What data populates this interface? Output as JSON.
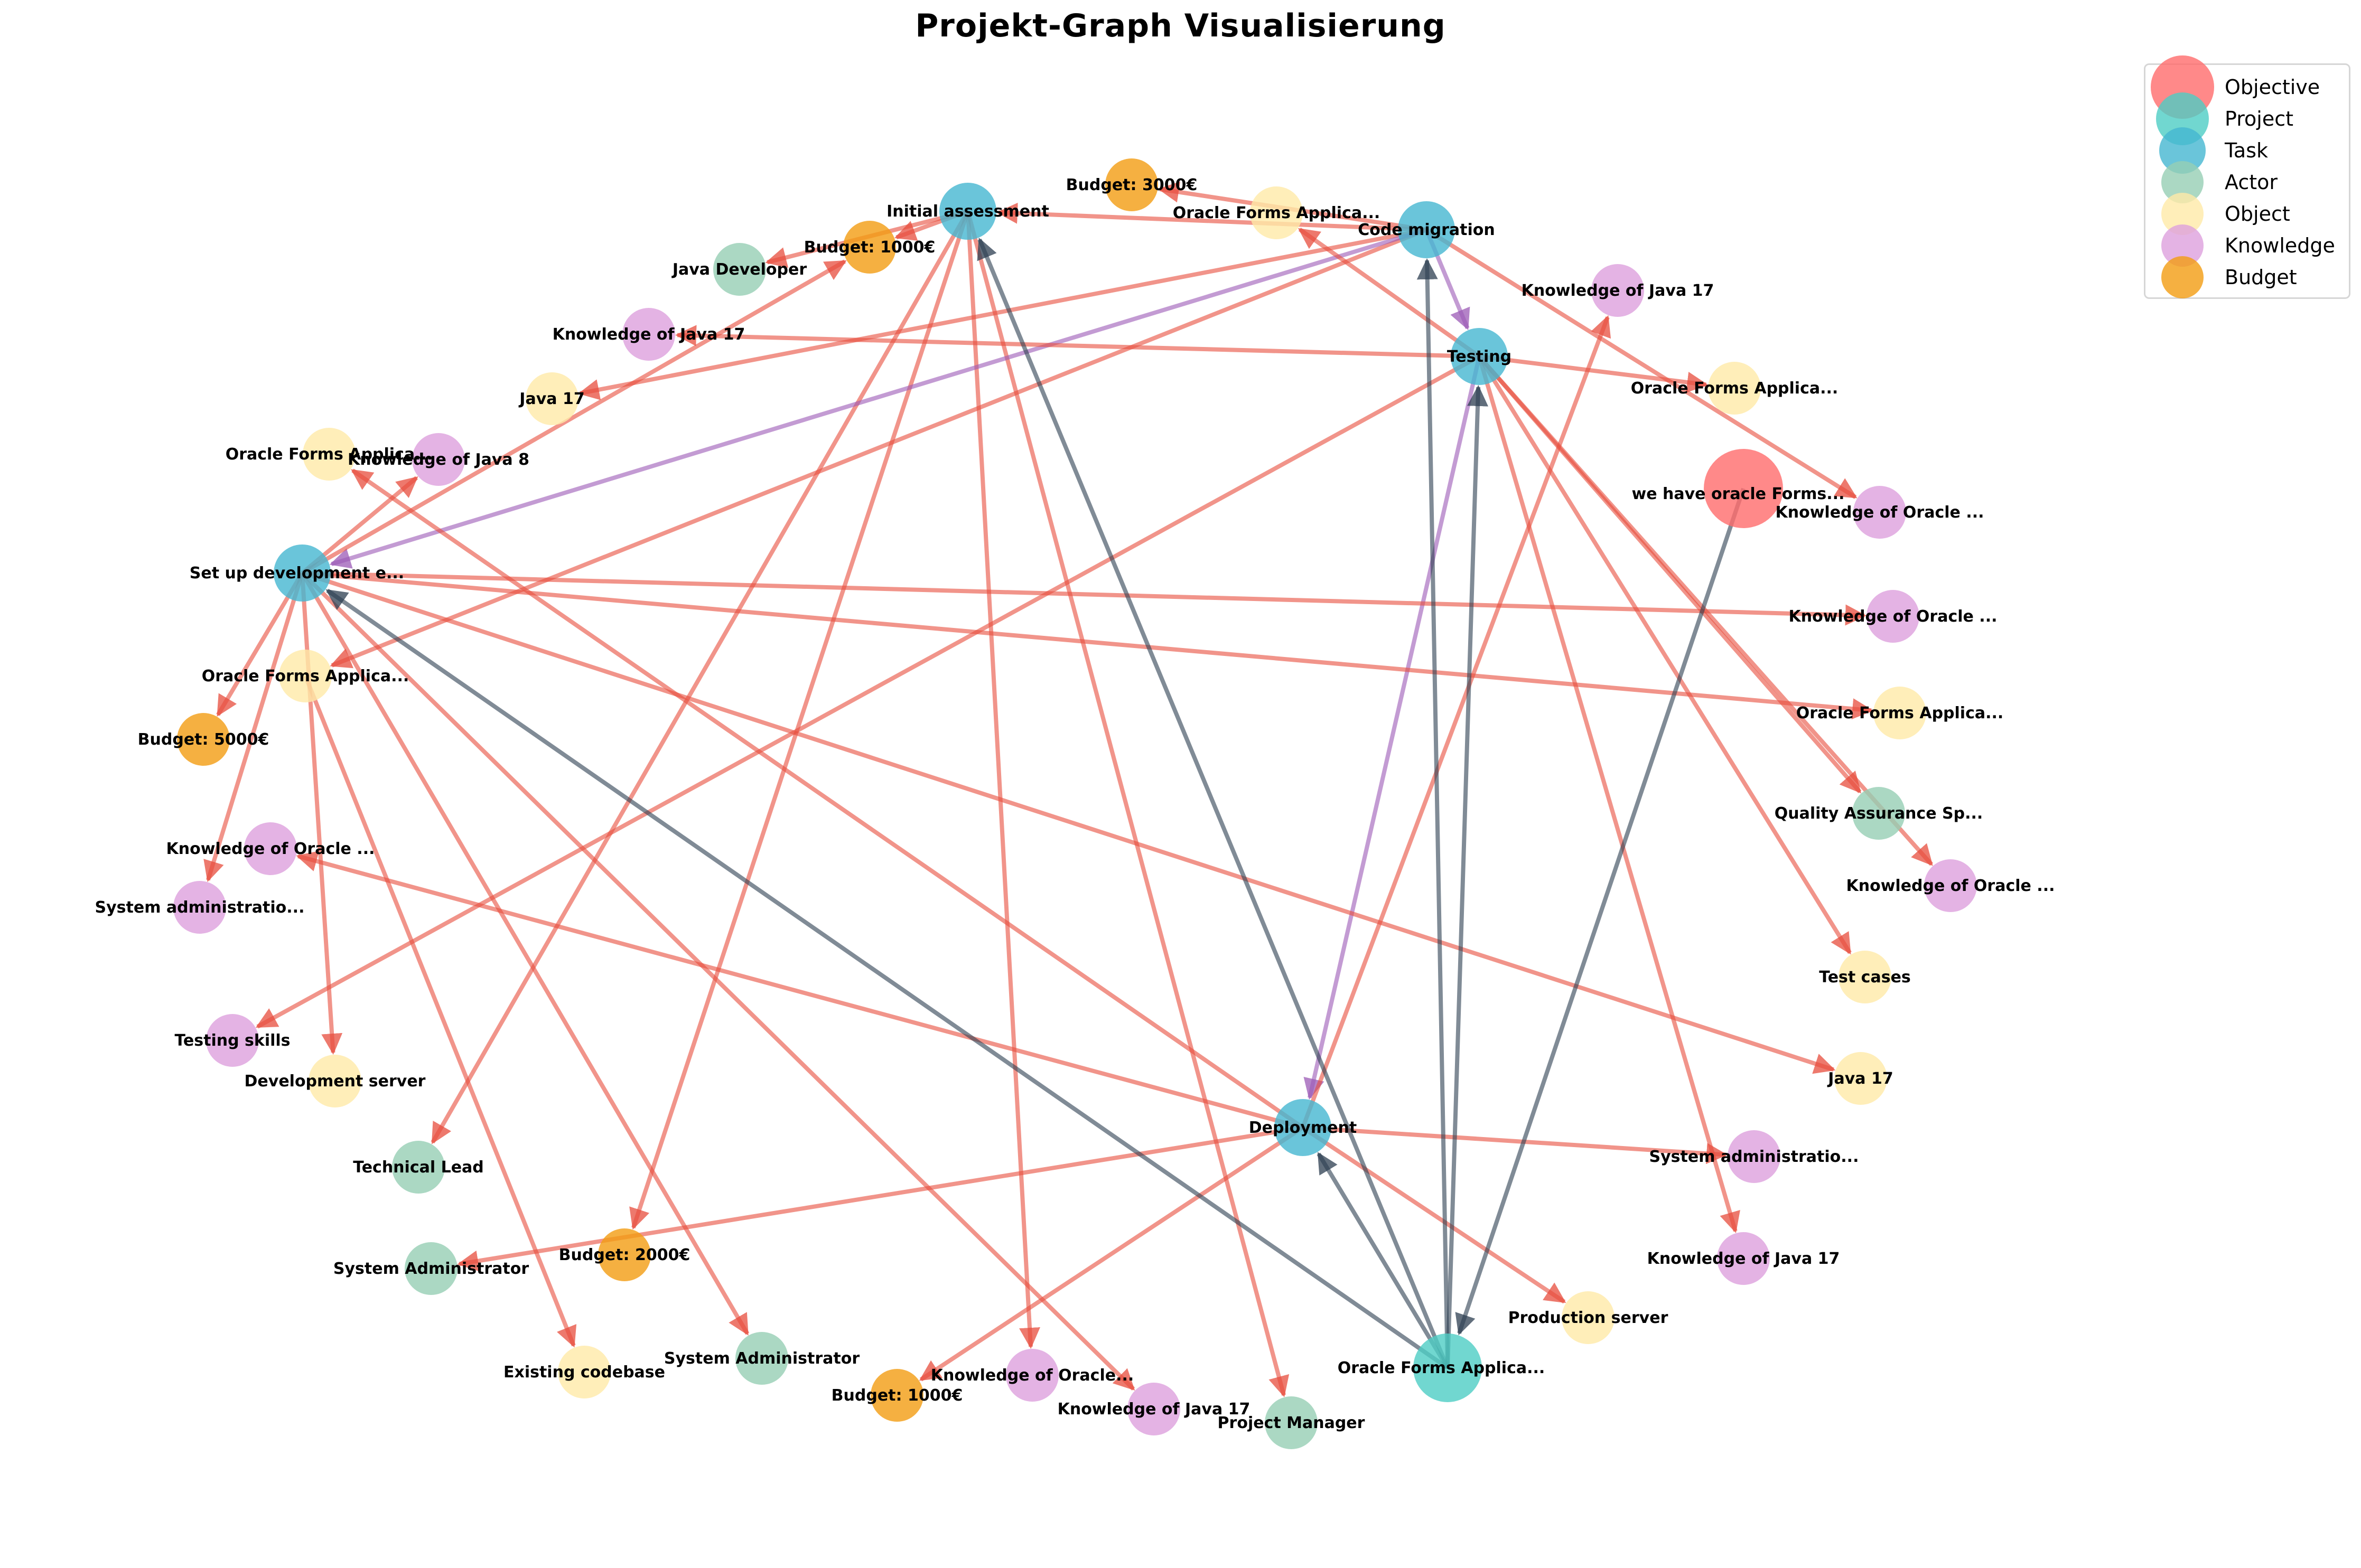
{
  "title": "Projekt-Graph Visualisierung",
  "colors": {
    "Objective": "#ff6b6b",
    "Project": "#4ecdc4",
    "Task": "#45b7d1",
    "Actor": "#96ceb4",
    "Object": "#ffeaa7",
    "Knowledge": "#dda0dd",
    "Budget": "#f39c12",
    "edge_red": "#e74c3c",
    "edge_purple": "#9b59b6",
    "edge_gray": "#2c3e50"
  },
  "legend": [
    {
      "label": "Objective",
      "type": "Objective"
    },
    {
      "label": "Project",
      "type": "Project"
    },
    {
      "label": "Task",
      "type": "Task"
    },
    {
      "label": "Actor",
      "type": "Actor"
    },
    {
      "label": "Object",
      "type": "Object"
    },
    {
      "label": "Knowledge",
      "type": "Knowledge"
    },
    {
      "label": "Budget",
      "type": "Budget"
    }
  ],
  "nodes": [
    {
      "id": "obj",
      "label": "we have oracle Forms...",
      "type": "Objective"
    },
    {
      "id": "proj",
      "label": "Oracle Forms Applica...",
      "type": "Project"
    },
    {
      "id": "t_init",
      "label": "Initial assessment",
      "type": "Task"
    },
    {
      "id": "t_code",
      "label": "Code migration",
      "type": "Task"
    },
    {
      "id": "t_test",
      "label": "Testing",
      "type": "Task"
    },
    {
      "id": "t_setup",
      "label": "Set up development e...",
      "type": "Task"
    },
    {
      "id": "t_deploy",
      "label": "Deployment",
      "type": "Task"
    },
    {
      "id": "b3000",
      "label": "Budget: 3000€",
      "type": "Budget"
    },
    {
      "id": "b1000a",
      "label": "Budget: 1000€",
      "type": "Budget"
    },
    {
      "id": "b5000",
      "label": "Budget: 5000€",
      "type": "Budget"
    },
    {
      "id": "b2000",
      "label": "Budget: 2000€",
      "type": "Budget"
    },
    {
      "id": "b1000b",
      "label": "Budget: 1000€",
      "type": "Budget"
    },
    {
      "id": "o_ofa1",
      "label": "Oracle Forms Applica...",
      "type": "Object"
    },
    {
      "id": "a_javadev",
      "label": "Java Developer",
      "type": "Actor"
    },
    {
      "id": "k_j17a",
      "label": "Knowledge of Java 17",
      "type": "Knowledge"
    },
    {
      "id": "o_java17a",
      "label": "Java 17",
      "type": "Object"
    },
    {
      "id": "o_ofa2",
      "label": "Oracle Forms Applica...",
      "type": "Object"
    },
    {
      "id": "k_j8",
      "label": "Knowledge of Java 8",
      "type": "Knowledge"
    },
    {
      "id": "o_ofa3",
      "label": "Oracle Forms Applica...",
      "type": "Object"
    },
    {
      "id": "k_ora1",
      "label": "Knowledge of Oracle ...",
      "type": "Knowledge"
    },
    {
      "id": "k_sys1",
      "label": "System administratio...",
      "type": "Knowledge"
    },
    {
      "id": "k_test",
      "label": "Testing skills",
      "type": "Knowledge"
    },
    {
      "id": "o_devserver",
      "label": "Development server",
      "type": "Object"
    },
    {
      "id": "a_techlead",
      "label": "Technical Lead",
      "type": "Actor"
    },
    {
      "id": "a_sysadm1",
      "label": "System Administrator",
      "type": "Actor"
    },
    {
      "id": "o_codebase",
      "label": "Existing codebase",
      "type": "Object"
    },
    {
      "id": "a_sysadm2",
      "label": "System Administrator",
      "type": "Actor"
    },
    {
      "id": "k_ora2",
      "label": "Knowledge of Oracle...",
      "type": "Knowledge"
    },
    {
      "id": "k_j17b",
      "label": "Knowledge of Java 17",
      "type": "Knowledge"
    },
    {
      "id": "a_pm",
      "label": "Project Manager",
      "type": "Actor"
    },
    {
      "id": "o_prodserver",
      "label": "Production server",
      "type": "Object"
    },
    {
      "id": "k_j17c",
      "label": "Knowledge of Java 17",
      "type": "Knowledge"
    },
    {
      "id": "k_sys2",
      "label": "System administratio...",
      "type": "Knowledge"
    },
    {
      "id": "o_java17b",
      "label": "Java 17",
      "type": "Object"
    },
    {
      "id": "o_testcases",
      "label": "Test cases",
      "type": "Object"
    },
    {
      "id": "k_ora3",
      "label": "Knowledge of Oracle ...",
      "type": "Knowledge"
    },
    {
      "id": "a_qa",
      "label": "Quality Assurance Sp...",
      "type": "Actor"
    },
    {
      "id": "o_ofa4",
      "label": "Oracle Forms Applica...",
      "type": "Object"
    },
    {
      "id": "k_ora4",
      "label": "Knowledge of Oracle ...",
      "type": "Knowledge"
    },
    {
      "id": "k_ora5",
      "label": "Knowledge of Oracle ...",
      "type": "Knowledge"
    },
    {
      "id": "o_ofa5",
      "label": "Oracle Forms Applica...",
      "type": "Object"
    },
    {
      "id": "k_j17d",
      "label": "Knowledge of Java 17",
      "type": "Knowledge"
    }
  ],
  "edges": [
    {
      "from": "t_init",
      "to": "b1000a",
      "kind": "red"
    },
    {
      "from": "t_init",
      "to": "a_javadev",
      "kind": "red"
    },
    {
      "from": "t_init",
      "to": "a_techlead",
      "kind": "red"
    },
    {
      "from": "t_init",
      "to": "b2000",
      "kind": "red"
    },
    {
      "from": "t_init",
      "to": "k_ora2",
      "kind": "red"
    },
    {
      "from": "t_init",
      "to": "a_pm",
      "kind": "red"
    },
    {
      "from": "t_code",
      "to": "o_java17a",
      "kind": "red"
    },
    {
      "from": "t_code",
      "to": "o_ofa3",
      "kind": "red"
    },
    {
      "from": "t_code",
      "to": "k_ora4",
      "kind": "red"
    },
    {
      "from": "t_code",
      "to": "t_test",
      "kind": "purple"
    },
    {
      "from": "t_code",
      "to": "t_setup",
      "kind": "purple"
    },
    {
      "from": "t_code",
      "to": "b3000",
      "kind": "red"
    },
    {
      "from": "t_code",
      "to": "t_init",
      "kind": "red"
    },
    {
      "from": "t_test",
      "to": "k_j17a",
      "kind": "red"
    },
    {
      "from": "t_test",
      "to": "o_ofa1",
      "kind": "red"
    },
    {
      "from": "t_test",
      "to": "o_ofa5",
      "kind": "red"
    },
    {
      "from": "t_test",
      "to": "a_qa",
      "kind": "red"
    },
    {
      "from": "t_test",
      "to": "k_ora3",
      "kind": "red"
    },
    {
      "from": "t_test",
      "to": "o_testcases",
      "kind": "red"
    },
    {
      "from": "t_test",
      "to": "k_j17c",
      "kind": "red"
    },
    {
      "from": "t_test",
      "to": "k_test",
      "kind": "red"
    },
    {
      "from": "t_test",
      "to": "t_deploy",
      "kind": "purple"
    },
    {
      "from": "t_setup",
      "to": "b1000a",
      "kind": "red"
    },
    {
      "from": "t_setup",
      "to": "k_j8",
      "kind": "red"
    },
    {
      "from": "t_setup",
      "to": "b5000",
      "kind": "red"
    },
    {
      "from": "t_setup",
      "to": "k_sys1",
      "kind": "red"
    },
    {
      "from": "t_setup",
      "to": "o_devserver",
      "kind": "red"
    },
    {
      "from": "t_setup",
      "to": "a_sysadm2",
      "kind": "red"
    },
    {
      "from": "t_setup",
      "to": "k_j17b",
      "kind": "red"
    },
    {
      "from": "t_setup",
      "to": "k_ora5",
      "kind": "red"
    },
    {
      "from": "t_setup",
      "to": "o_ofa4",
      "kind": "red"
    },
    {
      "from": "t_setup",
      "to": "o_java17b",
      "kind": "red"
    },
    {
      "from": "o_ofa3",
      "to": "o_codebase",
      "kind": "red"
    },
    {
      "from": "t_deploy",
      "to": "a_sysadm1",
      "kind": "red"
    },
    {
      "from": "t_deploy",
      "to": "b1000b",
      "kind": "red"
    },
    {
      "from": "t_deploy",
      "to": "o_prodserver",
      "kind": "red"
    },
    {
      "from": "t_deploy",
      "to": "k_sys2",
      "kind": "red"
    },
    {
      "from": "t_deploy",
      "to": "k_ora1",
      "kind": "red"
    },
    {
      "from": "t_deploy",
      "to": "o_ofa2",
      "kind": "red"
    },
    {
      "from": "t_deploy",
      "to": "k_j17d",
      "kind": "red"
    },
    {
      "from": "proj",
      "to": "t_init",
      "kind": "gray"
    },
    {
      "from": "proj",
      "to": "t_code",
      "kind": "gray"
    },
    {
      "from": "proj",
      "to": "t_test",
      "kind": "gray"
    },
    {
      "from": "proj",
      "to": "t_setup",
      "kind": "gray"
    },
    {
      "from": "proj",
      "to": "t_deploy",
      "kind": "gray"
    },
    {
      "from": "obj",
      "to": "proj",
      "kind": "gray"
    }
  ]
}
